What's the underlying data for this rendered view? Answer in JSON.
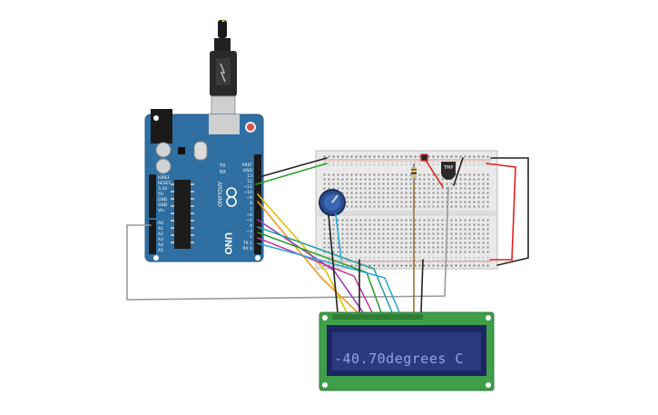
{
  "arduino": {
    "logo_text": "UNO",
    "brand": "ARDUINO",
    "tx_label": "TX",
    "rx_label": "RX",
    "analog_labels": [
      "A0",
      "A1",
      "A2",
      "A3",
      "A4",
      "A5"
    ],
    "power_labels": [
      "IOREF",
      "RESET",
      "3.3V",
      "5V",
      "GND",
      "GND",
      "Vin"
    ],
    "digital_header_labels": [
      "AREF",
      "GND",
      "13",
      "12",
      "~11",
      "~10",
      "~9",
      "8",
      "7",
      "~6",
      "~5",
      "4",
      "~3",
      "2",
      "TX 1",
      "RX 0"
    ]
  },
  "breadboard": {
    "sensor_label": "TMP"
  },
  "lcd": {
    "display_text": "-40.70degrees C"
  },
  "colors": {
    "board_blue": "#2f6fa2",
    "breadboard": "#e9e9e9",
    "lcd_pcb": "#3f9e4a",
    "lcd_screen": "#2b3a80",
    "lcd_text": "#8fa3e6",
    "wire_red": "#e0201c",
    "wire_black": "#222222",
    "wire_green": "#2e9e2e",
    "wire_yellow": "#e8c200",
    "wire_orange": "#f09a1a",
    "wire_purple": "#9b3fb5",
    "wire_magenta": "#c23fa0",
    "wire_cyan": "#2aa8d8",
    "wire_teal": "#2a9fa0",
    "wire_gray": "#999999",
    "wire_brown": "#a0702e"
  }
}
